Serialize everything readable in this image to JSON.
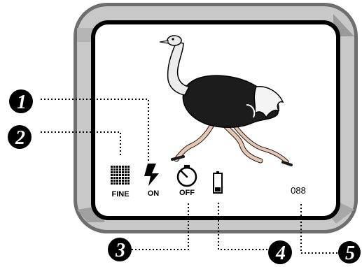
{
  "screen": {
    "icons": [
      {
        "name": "image-quality-icon",
        "caption": "FINE"
      },
      {
        "name": "flash-icon",
        "caption": "ON"
      },
      {
        "name": "self-timer-icon",
        "caption": "OFF"
      },
      {
        "name": "battery-icon",
        "caption": ""
      }
    ],
    "frame_counter": "088"
  },
  "callouts": [
    "1",
    "2",
    "3",
    "4",
    "5"
  ],
  "colors": {
    "bezel_outer": "#6e6e6e",
    "bezel_face": "#c8c8c8",
    "bezel_shadow": "#9a9a9a",
    "lcd_border": "#000000",
    "lcd_bg": "#ffffff",
    "callout_fill": "#000000"
  }
}
